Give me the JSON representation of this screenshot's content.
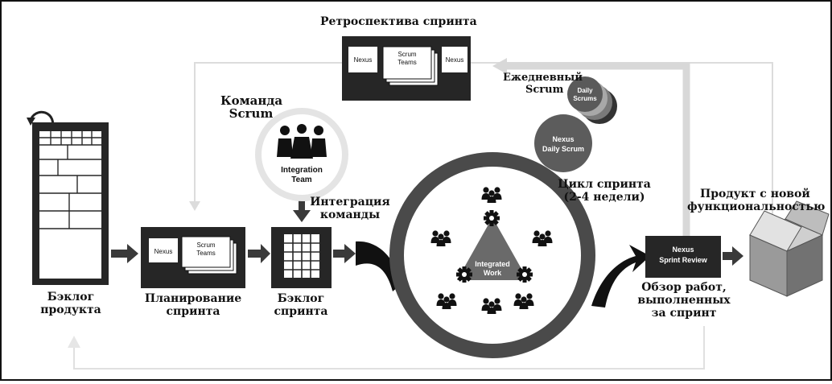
{
  "titles": {
    "retrospective": "Ретроспектива спринта",
    "daily_scrum": [
      "Ежедневный",
      "Scrum"
    ],
    "scrum_team": [
      "Команда",
      "Scrum"
    ],
    "integration": [
      "Интеграция",
      "команды"
    ],
    "sprint_cycle": [
      "Цикл спринта",
      "(2-4 недели)"
    ],
    "product_increment": [
      "Продукт с новой",
      "функциональностью"
    ],
    "product_backlog": [
      "Бэклог",
      "продукта"
    ],
    "sprint_planning": [
      "Планирование",
      "спринта"
    ],
    "sprint_backlog": [
      "Бэклог",
      "спринта"
    ],
    "sprint_review": [
      "Обзор работ,",
      "выполненных",
      "за спринт"
    ]
  },
  "boxes": {
    "nexus": "Nexus",
    "scrum_teams": [
      "Scrum",
      "Teams"
    ],
    "daily_scrums": [
      "Daily",
      "Scrums"
    ],
    "nexus_daily_scrum": [
      "Nexus",
      "Daily Scrum"
    ],
    "integration_team": [
      "Integration",
      "Team"
    ],
    "integrated_work": [
      "Integrated",
      "Work"
    ],
    "nexus_sprint_review": [
      "Nexus",
      "Sprint Review"
    ]
  },
  "colors": {
    "box_dark": "#262626",
    "card": "#ffffff",
    "ring": "#4a4a4a",
    "return_path": "#dcdcdc",
    "circle_gray": "#5c5c5c"
  }
}
